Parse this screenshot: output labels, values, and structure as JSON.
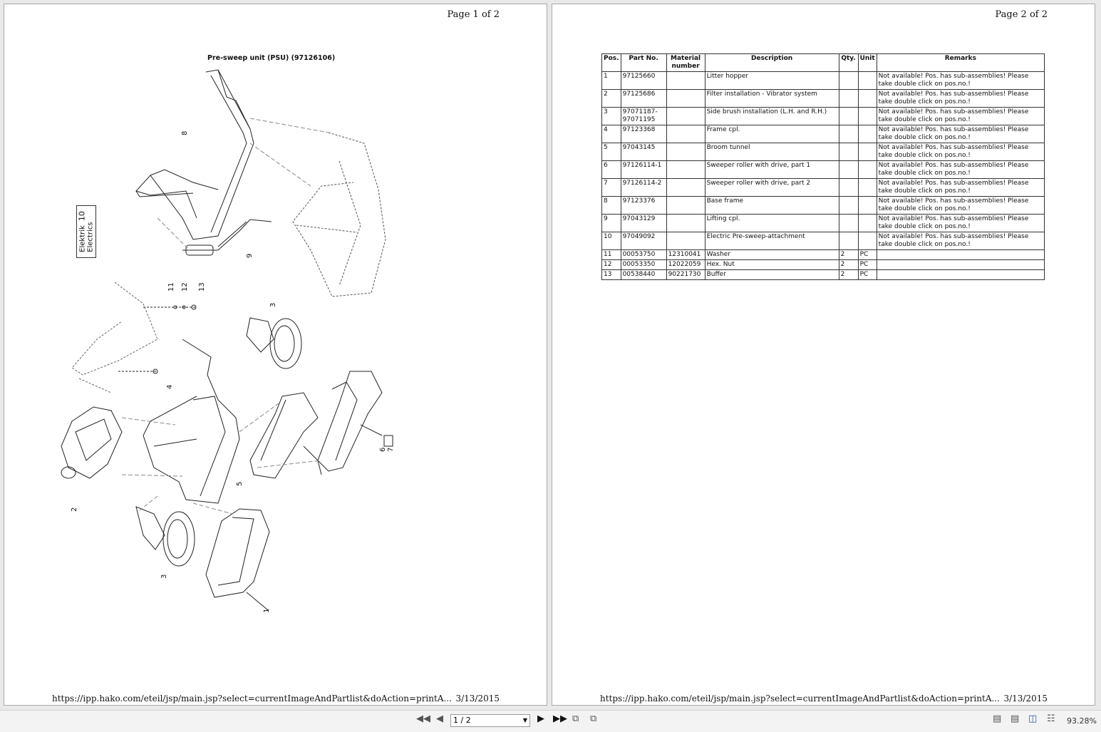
{
  "pages": [
    {
      "page_label": "Page 1 of 2",
      "drawing_title": "Pre-sweep unit (PSU) (97126106)",
      "side_label": {
        "line1": "Elektrik",
        "line2": "Electrics",
        "number": "10"
      },
      "callouts": [
        "8",
        "9",
        "11",
        "12",
        "13",
        "3",
        "4",
        "6",
        "7",
        "5",
        "2",
        "3",
        "1"
      ],
      "footer_url": "https://ipp.hako.com/eteil/jsp/main.jsp?select=currentImageAndPartlist&doAction=printA...",
      "footer_date": "3/13/2015"
    },
    {
      "page_label": "Page 2 of 2",
      "footer_url": "https://ipp.hako.com/eteil/jsp/main.jsp?select=currentImageAndPartlist&doAction=printA...",
      "footer_date": "3/13/2015"
    }
  ],
  "table": {
    "headers": {
      "pos": "Pos.",
      "part": "Part No.",
      "material": "Material number",
      "description": "Description",
      "qty": "Qty.",
      "unit": "Unit",
      "remarks": "Remarks"
    },
    "rows": [
      {
        "pos": "1",
        "part": "97125660",
        "material": "",
        "description": "Litter hopper",
        "qty": "",
        "unit": "",
        "remarks": "Not available! Pos. has sub-assemblies! Please take double click on pos.no.!"
      },
      {
        "pos": "2",
        "part": "97125686",
        "material": "",
        "description": "Filter installation - Vibrator system",
        "qty": "",
        "unit": "",
        "remarks": "Not available! Pos. has sub-assemblies! Please take double click on pos.no.!"
      },
      {
        "pos": "3",
        "part": "97071187-97071195",
        "material": "",
        "description": "Side brush installation (L.H. and R.H.)",
        "qty": "",
        "unit": "",
        "remarks": "Not available! Pos. has sub-assemblies! Please take double click on pos.no.!"
      },
      {
        "pos": "4",
        "part": "97123368",
        "material": "",
        "description": "Frame cpl.",
        "qty": "",
        "unit": "",
        "remarks": "Not available! Pos. has sub-assemblies! Please take double click on pos.no.!"
      },
      {
        "pos": "5",
        "part": "97043145",
        "material": "",
        "description": "Broom tunnel",
        "qty": "",
        "unit": "",
        "remarks": "Not available! Pos. has sub-assemblies! Please take double click on pos.no.!"
      },
      {
        "pos": "6",
        "part": "97126114-1",
        "material": "",
        "description": "Sweeper roller with drive, part 1",
        "qty": "",
        "unit": "",
        "remarks": "Not available! Pos. has sub-assemblies! Please take double click on pos.no.!"
      },
      {
        "pos": "7",
        "part": "97126114-2",
        "material": "",
        "description": "Sweeper roller with drive, part 2",
        "qty": "",
        "unit": "",
        "remarks": "Not available! Pos. has sub-assemblies! Please take double click on pos.no.!"
      },
      {
        "pos": "8",
        "part": "97123376",
        "material": "",
        "description": "Base frame",
        "qty": "",
        "unit": "",
        "remarks": "Not available! Pos. has sub-assemblies! Please take double click on pos.no.!"
      },
      {
        "pos": "9",
        "part": "97043129",
        "material": "",
        "description": "Lifting cpl.",
        "qty": "",
        "unit": "",
        "remarks": "Not available! Pos. has sub-assemblies! Please take double click on pos.no.!"
      },
      {
        "pos": "10",
        "part": "97049092",
        "material": "",
        "description": "Electric Pre-sweep-attachment",
        "qty": "",
        "unit": "",
        "remarks": "Not available! Pos. has sub-assemblies! Please take double click on pos.no.!"
      },
      {
        "pos": "11",
        "part": "00053750",
        "material": "12310041",
        "description": "Washer",
        "qty": "2",
        "unit": "PC",
        "remarks": ""
      },
      {
        "pos": "12",
        "part": "00053350",
        "material": "12022059",
        "description": "Hex. Nut",
        "qty": "2",
        "unit": "PC",
        "remarks": ""
      },
      {
        "pos": "13",
        "part": "00538440",
        "material": "90221730",
        "description": "Buffer",
        "qty": "2",
        "unit": "PC",
        "remarks": ""
      }
    ]
  },
  "toolbar": {
    "page_select_value": "1 / 2",
    "zoom": "93.28%"
  }
}
